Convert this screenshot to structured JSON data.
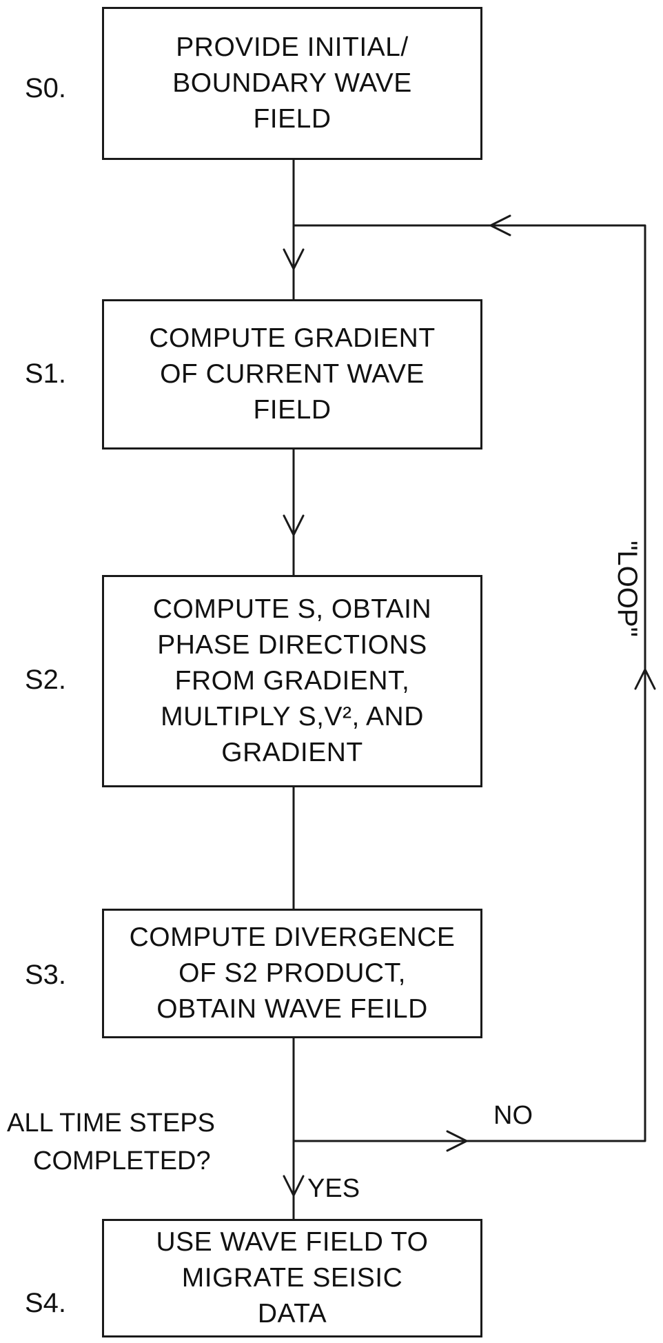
{
  "steps": [
    {
      "id": "S0.",
      "lines": [
        "PROVIDE INITIAL/",
        "BOUNDARY WAVE",
        "FIELD"
      ]
    },
    {
      "id": "S1.",
      "lines": [
        "COMPUTE GRADIENT",
        "OF CURRENT WAVE",
        "FIELD"
      ]
    },
    {
      "id": "S2.",
      "lines": [
        "COMPUTE S, OBTAIN",
        "PHASE DIRECTIONS",
        "FROM GRADIENT,",
        "MULTIPLY S,V², AND",
        "GRADIENT"
      ]
    },
    {
      "id": "S3.",
      "lines": [
        "COMPUTE DIVERGENCE",
        "OF S2 PRODUCT,",
        "OBTAIN WAVE FEILD"
      ]
    },
    {
      "id": "S4.",
      "lines": [
        "USE WAVE FIELD TO",
        "MIGRATE SEISIC",
        "DATA"
      ]
    }
  ],
  "decision": {
    "lines": [
      "ALL TIME STEPS",
      "COMPLETED?"
    ],
    "no_label": "NO",
    "yes_label": "YES"
  },
  "loop_label": "\"LOOP\""
}
